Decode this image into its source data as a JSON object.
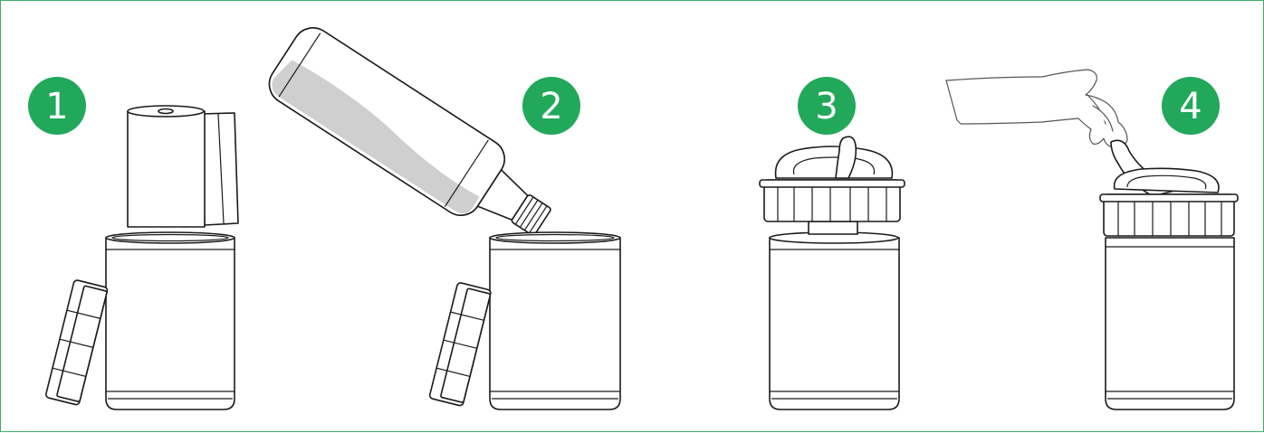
{
  "steps": [
    {
      "number": "1",
      "icon": "wipe-roll-into-canister"
    },
    {
      "number": "2",
      "icon": "pour-solution-bottle"
    },
    {
      "number": "3",
      "icon": "close-lid-thread-wipe"
    },
    {
      "number": "4",
      "icon": "pull-wipe-from-lid"
    }
  ],
  "colors": {
    "accent": "#22a85a",
    "border": "#3fae6a",
    "liquid": "#cfcfcf",
    "line": "#1a1a1a"
  }
}
